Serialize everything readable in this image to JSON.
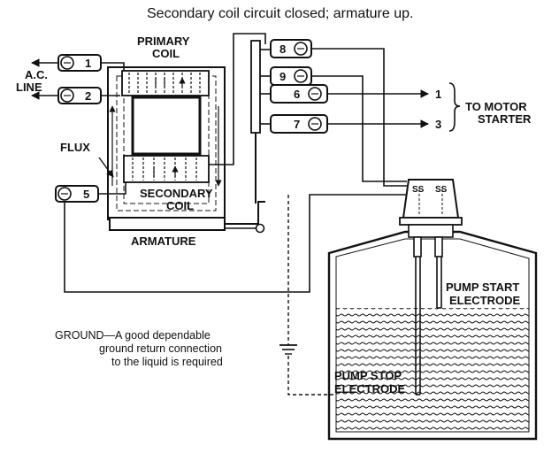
{
  "title": "Secondary coil circuit closed; armature up.",
  "labels": {
    "primary_coil_1": "PRIMARY",
    "primary_coil_2": "COIL",
    "ac_line_1": "A.C.",
    "ac_line_2": "LINE",
    "flux": "FLUX",
    "secondary_coil_1": "SECONDARY",
    "secondary_coil_2": "COIL",
    "armature": "ARMATURE",
    "to_motor_starter_1": "TO MOTOR",
    "to_motor_starter_2": "STARTER",
    "ground_1": "GROUND—A good dependable",
    "ground_2": "ground return connection",
    "ground_3": "to the liquid is required",
    "pump_start_1": "PUMP START",
    "pump_start_2": "ELECTRODE",
    "pump_stop_1": "PUMP STOP",
    "pump_stop_2": "ELECTRODE",
    "holder_left": "SS",
    "holder_right": "SS"
  },
  "terminals": {
    "t1": "1",
    "t2": "2",
    "t5": "5",
    "t6": "6",
    "t7": "7",
    "t8": "8",
    "t9": "9"
  },
  "outputs": {
    "out1": "1",
    "out3": "3"
  }
}
